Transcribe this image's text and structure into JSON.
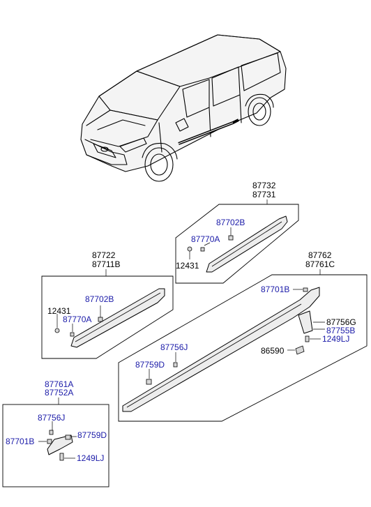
{
  "groups": {
    "upper_rear": {
      "line1": "87732",
      "line2": "87731",
      "part_a": "87702B",
      "part_b": "87770A",
      "part_c": "12431"
    },
    "front_door": {
      "line1": "87722",
      "line2": "87711B",
      "part_a": "87702B",
      "part_b": "12431",
      "part_c": "87770A"
    },
    "rocker": {
      "line1": "87762",
      "line2": "87761C",
      "part_a": "87701B",
      "part_b": "87756G",
      "part_c": "87755B",
      "part_d": "1249LJ",
      "part_e": "86590",
      "part_f": "87756J",
      "part_g": "87759D"
    },
    "small_detail": {
      "line1": "87761A",
      "line2": "87752A",
      "part_a": "87756J",
      "part_b": "87701B",
      "part_c": "87759D",
      "part_d": "1249LJ"
    }
  }
}
